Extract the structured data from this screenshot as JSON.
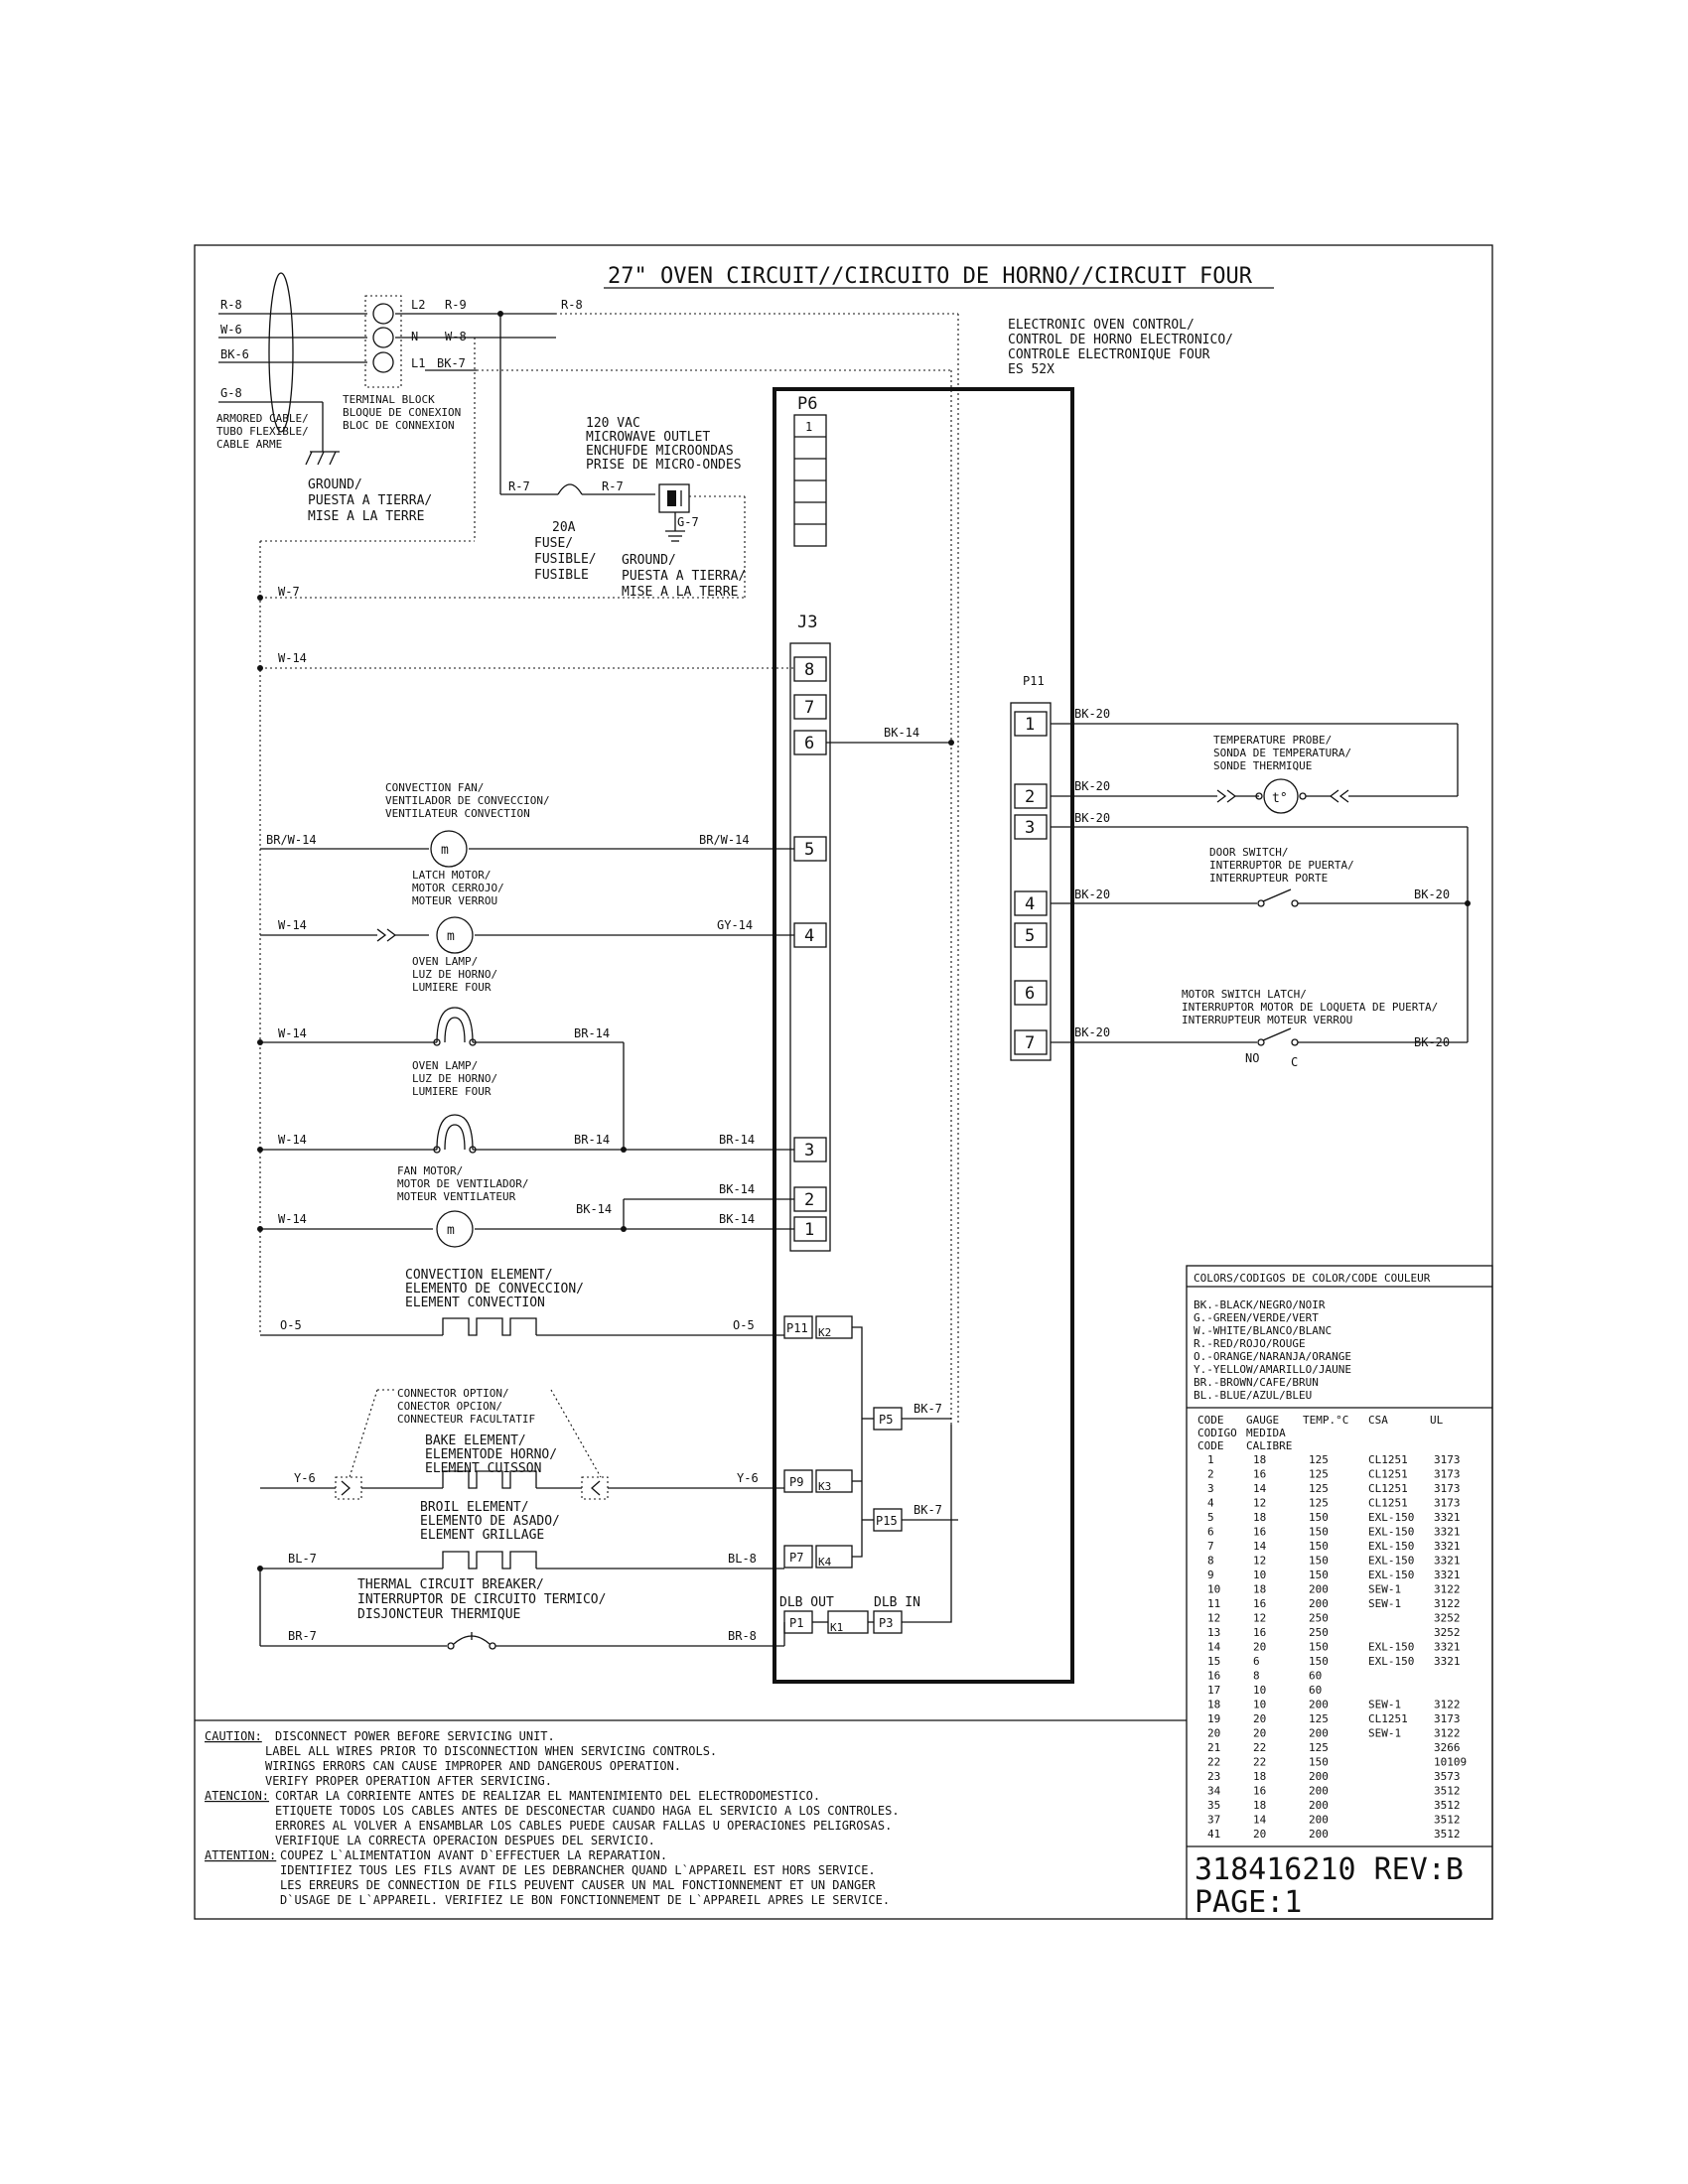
{
  "title": "27\" OVEN CIRCUIT//CIRCUITO DE HORNO//CIRCUIT FOUR",
  "supply": {
    "wires": [
      "R-8",
      "W-6",
      "BK-6",
      "G-8"
    ],
    "cable": [
      "ARMORED CABLE/",
      "TUBO FLEXIBLE/",
      "CABLE ARME"
    ],
    "terminal_labels": [
      "L2",
      "N",
      "L1"
    ],
    "terminal_wires": [
      "R-9",
      "W-8",
      "BK-7"
    ],
    "top_wire": "R-8",
    "terminal_block": [
      "TERMINAL BLOCK",
      "BLOQUE DE CONEXION",
      "BLOC DE CONNEXION"
    ],
    "ground": [
      "GROUND/",
      "PUESTA A TIERRA/",
      "MISE A LA TERRE"
    ]
  },
  "outlet": {
    "label": [
      "120 VAC",
      "MICROWAVE OUTLET",
      "ENCHUFDE MICROONDAS",
      "PRISE DE MICRO-ONDES"
    ],
    "wire_left": "R-7",
    "wire_right": "R-7",
    "ground_wire": "G-7",
    "fuse": [
      "20A",
      "FUSE/",
      "FUSIBLE/",
      "FUSIBLE"
    ],
    "ground": [
      "GROUND/",
      "PUESTA A TIERRA/",
      "MISE A LA TERRE"
    ]
  },
  "control": {
    "label": [
      "ELECTRONIC OVEN CONTROL/",
      "CONTROL DE HORNO ELECTRONICO/",
      "CONTROLE ELECTRONIQUE FOUR",
      "ES 52X"
    ],
    "p6": "P6",
    "p6_pin": "1",
    "j3": "J3",
    "j3_pins": [
      "8",
      "7",
      "6",
      "5",
      "4",
      "3",
      "2",
      "1"
    ],
    "p11": "P11",
    "p11_pins": [
      "1",
      "2",
      "3",
      "4",
      "5",
      "6",
      "7"
    ],
    "relays": [
      "P11",
      "P9",
      "P7",
      "P5",
      "P15",
      "P1",
      "P3"
    ],
    "relay_tags": [
      "K2",
      "K3",
      "K4",
      "K1"
    ],
    "dlb_out": "DLB OUT",
    "dlb_in": "DLB IN"
  },
  "left_wires": {
    "w7": "W-7",
    "w14_top": "W-14",
    "bk14_j3_6": "BK-14",
    "brw14_left": "BR/W-14",
    "brw14_right": "BR/W-14",
    "w14_latch": "W-14",
    "gy14": "GY-14",
    "w14_lamp1": "W-14",
    "br14_lamp1": "BR-14",
    "w14_lamp2": "W-14",
    "br14_lamp2": "BR-14",
    "br14_j3": "BR-14",
    "bk14_j3_2": "BK-14",
    "bk14_fan": "BK-14",
    "bk14_j3_1": "BK-14",
    "w14_fan": "W-14",
    "o5_left": "O-5",
    "o5_right": "O-5",
    "y6_left": "Y-6",
    "y6_right": "Y-6",
    "bk7_p5": "BK-7",
    "bk7_p15": "BK-7",
    "bl7": "BL-7",
    "bl8": "BL-8",
    "br7": "BR-7",
    "br8": "BR-8"
  },
  "components": {
    "conv_fan": [
      "CONVECTION FAN/",
      "VENTILADOR DE CONVECCION/",
      "VENTILATEUR CONVECTION"
    ],
    "latch_motor": [
      "LATCH MOTOR/",
      "MOTOR CERROJO/",
      "MOTEUR VERROU"
    ],
    "oven_lamp1": [
      "OVEN LAMP/",
      "LUZ DE HORNO/",
      "LUMIERE FOUR"
    ],
    "oven_lamp2": [
      "OVEN LAMP/",
      "LUZ DE HORNO/",
      "LUMIERE FOUR"
    ],
    "fan_motor": [
      "FAN MOTOR/",
      "MOTOR DE VENTILADOR/",
      "MOTEUR VENTILATEUR"
    ],
    "conv_element": [
      "CONVECTION ELEMENT/",
      "ELEMENTO DE CONVECCION/",
      "ELEMENT CONVECTION"
    ],
    "connector": [
      "CONNECTOR OPTION/",
      "CONECTOR OPCION/",
      "CONNECTEUR FACULTATIF"
    ],
    "bake": [
      "BAKE ELEMENT/",
      "ELEMENTODE HORNO/",
      "ELEMENT CUISSON"
    ],
    "broil": [
      "BROIL ELEMENT/",
      "ELEMENTO DE ASADO/",
      "ELEMENT GRILLAGE"
    ],
    "breaker": [
      "THERMAL CIRCUIT BREAKER/",
      "INTERRUPTOR DE CIRCUITO TERMICO/",
      "DISJONCTEUR THERMIQUE"
    ]
  },
  "right_side": {
    "bk20": [
      "BK-20",
      "BK-20",
      "BK-20",
      "BK-20",
      "BK-20",
      "BK-20",
      "BK-20"
    ],
    "probe": [
      "TEMPERATURE PROBE/",
      "SONDA DE TEMPERATURA/",
      "SONDE THERMIQUE"
    ],
    "probe_symbol": "t°",
    "door": [
      "DOOR SWITCH/",
      "INTERRUPTOR DE PUERTA/",
      "INTERRUPTEUR PORTE"
    ],
    "latch_switch": [
      "MOTOR SWITCH LATCH/",
      "INTERRUPTOR MOTOR DE LOQUETA DE PUERTA/",
      "INTERRUPTEUR MOTEUR VERROU"
    ],
    "no": "NO",
    "c": "C"
  },
  "colors": {
    "title": "COLORS/CODIGOS DE COLOR/CODE COULEUR",
    "items": [
      "BK.-BLACK/NEGRO/NOIR",
      "G.-GREEN/VERDE/VERT",
      "W.-WHITE/BLANCO/BLANC",
      "R.-RED/ROJO/ROUGE",
      "O.-ORANGE/NARANJA/ORANGE",
      "Y.-YELLOW/AMARILLO/JAUNE",
      "BR.-BROWN/CAFE/BRUN",
      "BL.-BLUE/AZUL/BLEU"
    ]
  },
  "gauge": {
    "headers": [
      "CODE",
      "GAUGE",
      "TEMP.°C",
      "CSA",
      "UL"
    ],
    "subheaders": [
      "CODIGO",
      "MEDIDA"
    ],
    "subheaders2": [
      "CODE",
      "CALIBRE"
    ],
    "rows": [
      [
        "1",
        "18",
        "125",
        "CL1251",
        "3173"
      ],
      [
        "2",
        "16",
        "125",
        "CL1251",
        "3173"
      ],
      [
        "3",
        "14",
        "125",
        "CL1251",
        "3173"
      ],
      [
        "4",
        "12",
        "125",
        "CL1251",
        "3173"
      ],
      [
        "5",
        "18",
        "150",
        "EXL-150",
        "3321"
      ],
      [
        "6",
        "16",
        "150",
        "EXL-150",
        "3321"
      ],
      [
        "7",
        "14",
        "150",
        "EXL-150",
        "3321"
      ],
      [
        "8",
        "12",
        "150",
        "EXL-150",
        "3321"
      ],
      [
        "9",
        "10",
        "150",
        "EXL-150",
        "3321"
      ],
      [
        "10",
        "18",
        "200",
        "SEW-1",
        "3122"
      ],
      [
        "11",
        "16",
        "200",
        "SEW-1",
        "3122"
      ],
      [
        "12",
        "12",
        "250",
        "",
        "3252"
      ],
      [
        "13",
        "16",
        "250",
        "",
        "3252"
      ],
      [
        "14",
        "20",
        "150",
        "EXL-150",
        "3321"
      ],
      [
        "15",
        "6",
        "150",
        "EXL-150",
        "3321"
      ],
      [
        "16",
        "8",
        "60",
        "",
        ""
      ],
      [
        "17",
        "10",
        "60",
        "",
        ""
      ],
      [
        "18",
        "10",
        "200",
        "SEW-1",
        "3122"
      ],
      [
        "19",
        "20",
        "125",
        "CL1251",
        "3173"
      ],
      [
        "20",
        "20",
        "200",
        "SEW-1",
        "3122"
      ],
      [
        "21",
        "22",
        "125",
        "",
        "3266"
      ],
      [
        "22",
        "22",
        "150",
        "",
        "10109"
      ],
      [
        "23",
        "18",
        "200",
        "",
        "3573"
      ],
      [
        "34",
        "16",
        "200",
        "",
        "3512"
      ],
      [
        "35",
        "18",
        "200",
        "",
        "3512"
      ],
      [
        "37",
        "14",
        "200",
        "",
        "3512"
      ],
      [
        "41",
        "20",
        "200",
        "",
        "3512"
      ]
    ]
  },
  "caution": {
    "caution_label": "CAUTION:",
    "caution_lines": [
      "DISCONNECT POWER BEFORE SERVICING UNIT.",
      "LABEL ALL WIRES PRIOR TO DISCONNECTION WHEN SERVICING CONTROLS.",
      "WIRINGS ERRORS CAN CAUSE IMPROPER AND DANGEROUS OPERATION.",
      "VERIFY PROPER OPERATION AFTER SERVICING."
    ],
    "atencion_label": "ATENCION:",
    "atencion_lines": [
      "CORTAR LA CORRIENTE ANTES DE REALIZAR EL MANTENIMIENTO DEL ELECTRODOMESTICO.",
      "ETIQUETE TODOS LOS CABLES ANTES DE DESCONECTAR CUANDO HAGA EL SERVICIO A LOS CONTROLES.",
      "ERRORES AL VOLVER A ENSAMBLAR LOS CABLES PUEDE CAUSAR FALLAS U OPERACIONES PELIGROSAS.",
      "VERIFIQUE LA CORRECTA OPERACION DESPUES DEL SERVICIO."
    ],
    "attention_label": "ATTENTION:",
    "attention_lines": [
      "COUPEZ L`ALIMENTATION AVANT D`EFFECTUER LA REPARATION.",
      "IDENTIFIEZ TOUS LES FILS AVANT DE LES DEBRANCHER QUAND L`APPAREIL EST HORS SERVICE.",
      "LES ERREURS DE CONNECTION DE FILS PEUVENT CAUSER UN MAL FONCTIONNEMENT ET UN DANGER",
      "D`USAGE DE L`APPAREIL. VERIFIEZ LE BON FONCTIONNEMENT DE L`APPAREIL APRES LE SERVICE."
    ]
  },
  "part_number": "318416210 REV:B",
  "page_label": "PAGE:1"
}
